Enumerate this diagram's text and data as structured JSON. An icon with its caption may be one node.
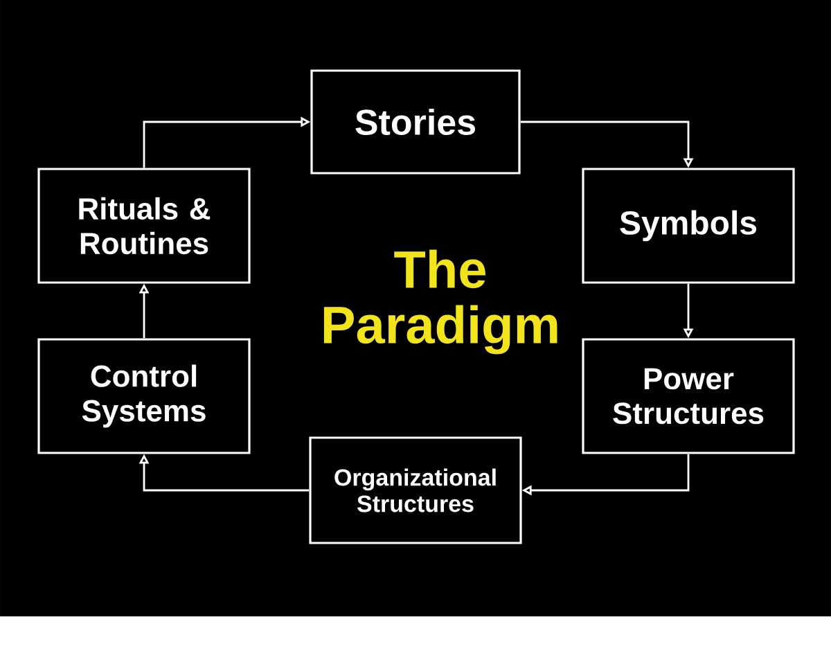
{
  "diagram": {
    "title": "The Paradigm",
    "nodes": [
      {
        "text": [
          "Stories"
        ]
      },
      {
        "text": [
          "Symbols"
        ]
      },
      {
        "text": [
          "Power Structures"
        ]
      },
      {
        "text": [
          "Organizational Structures"
        ]
      },
      {
        "text": [
          "Control Systems"
        ]
      },
      {
        "text": [
          "Rituals & Routines"
        ]
      }
    ],
    "edges": [
      {
        "from": 0,
        "to": 1,
        "arrow": "to"
      },
      {
        "from": 1,
        "to": 2,
        "arrow": "to"
      },
      {
        "from": 2,
        "to": 3,
        "arrow": "to"
      },
      {
        "from": 3,
        "to": 4,
        "arrow": "to"
      },
      {
        "from": 4,
        "to": 5,
        "arrow": "to"
      },
      {
        "from": 5,
        "to": 0,
        "arrow": "to"
      }
    ]
  }
}
